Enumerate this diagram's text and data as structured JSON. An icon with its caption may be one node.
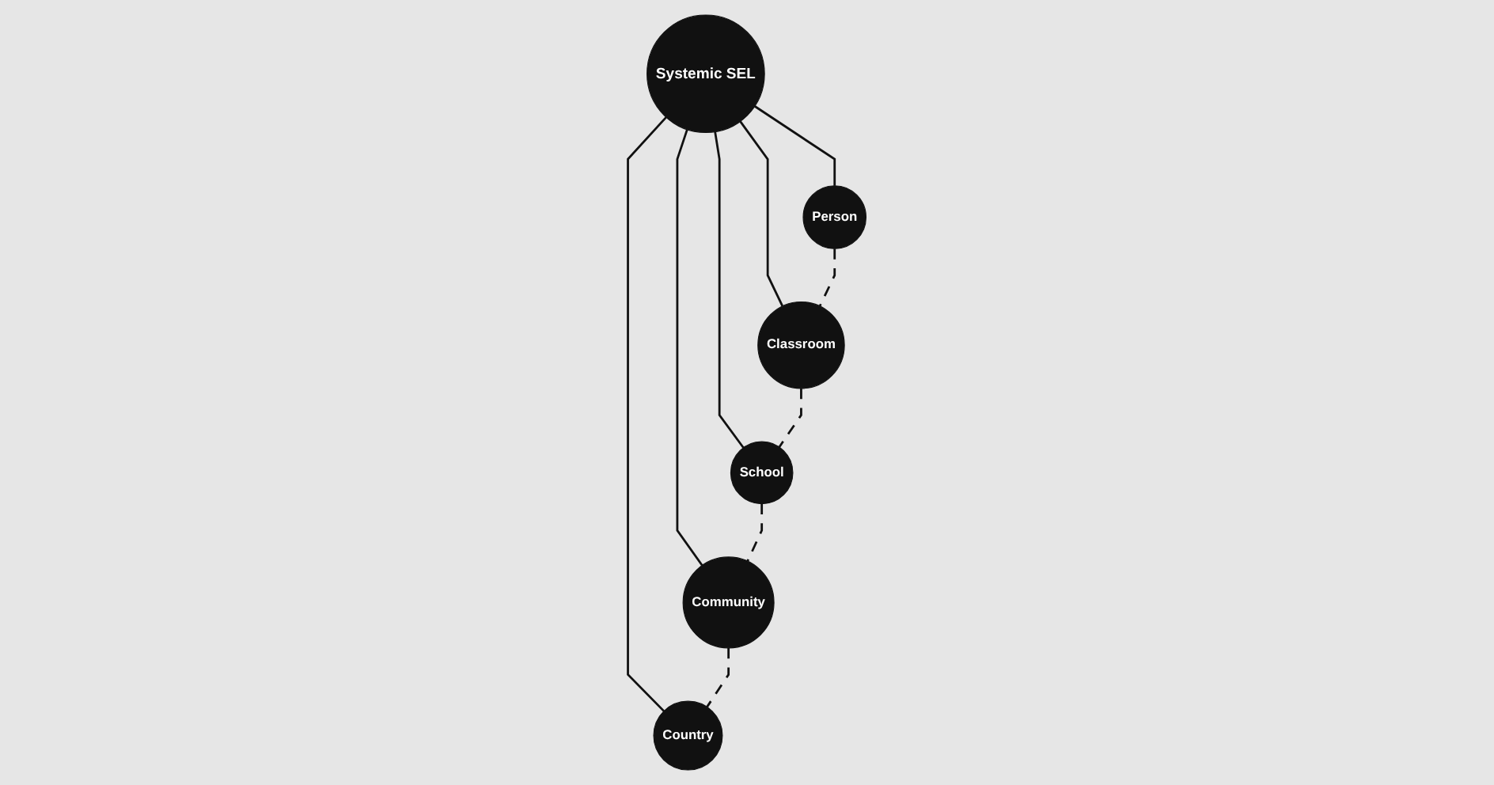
{
  "diagram": {
    "nodes": [
      {
        "text": [
          "Person"
        ]
      },
      {
        "text": [
          "Systemic SEL"
        ]
      },
      {
        "text": [
          "Country"
        ]
      },
      {
        "text": [
          "Classroom"
        ]
      },
      {
        "text": [
          "School"
        ]
      },
      {
        "text": [
          "Community"
        ]
      }
    ],
    "edges": [
      {
        "from": 1,
        "to": 0,
        "arrow": "none"
      },
      {
        "from": 1,
        "to": 2,
        "arrow": "none"
      },
      {
        "from": 1,
        "to": 3,
        "arrow": "none"
      },
      {
        "from": 1,
        "to": 4,
        "arrow": "none"
      },
      {
        "from": 1,
        "to": 5,
        "arrow": "none"
      },
      {
        "from": 0,
        "to": 3,
        "arrow": "none",
        "style": "dashed"
      },
      {
        "from": 3,
        "to": 4,
        "arrow": "none",
        "style": "dashed"
      },
      {
        "from": 4,
        "to": 5,
        "arrow": "none",
        "style": "dashed"
      },
      {
        "from": 5,
        "to": 2,
        "arrow": "none",
        "style": "dashed"
      }
    ]
  }
}
